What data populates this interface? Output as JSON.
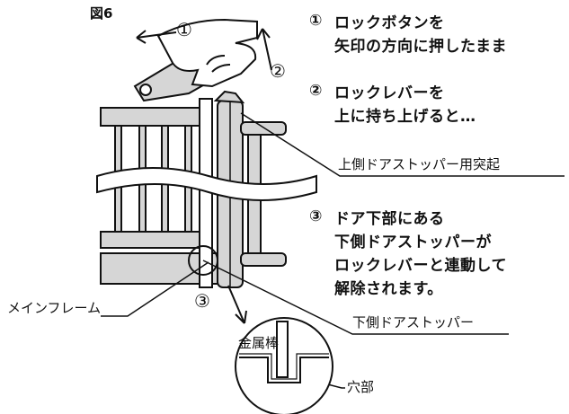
{
  "figure_label": "図6",
  "steps": [
    {
      "marker": "①",
      "lines": [
        "ロックボタンを",
        "矢印の方向に押したまま"
      ]
    },
    {
      "marker": "②",
      "lines": [
        "ロックレバーを",
        "上に持ち上げると…"
      ]
    },
    {
      "marker": "③",
      "lines": [
        "ドア下部にある",
        "下側ドアストッパーが",
        "ロックレバーと連動して",
        "解除されます。"
      ]
    }
  ],
  "callouts": {
    "upper_stopper": "上側ドアストッパー用突起",
    "lower_stopper": "下側ドアストッパー",
    "main_frame": "メインフレーム",
    "metal_rod": "金属棒",
    "hole": "穴部"
  },
  "diagram_markers": {
    "arrow_1": "①",
    "arrow_2": "②",
    "detail_3": "③"
  }
}
